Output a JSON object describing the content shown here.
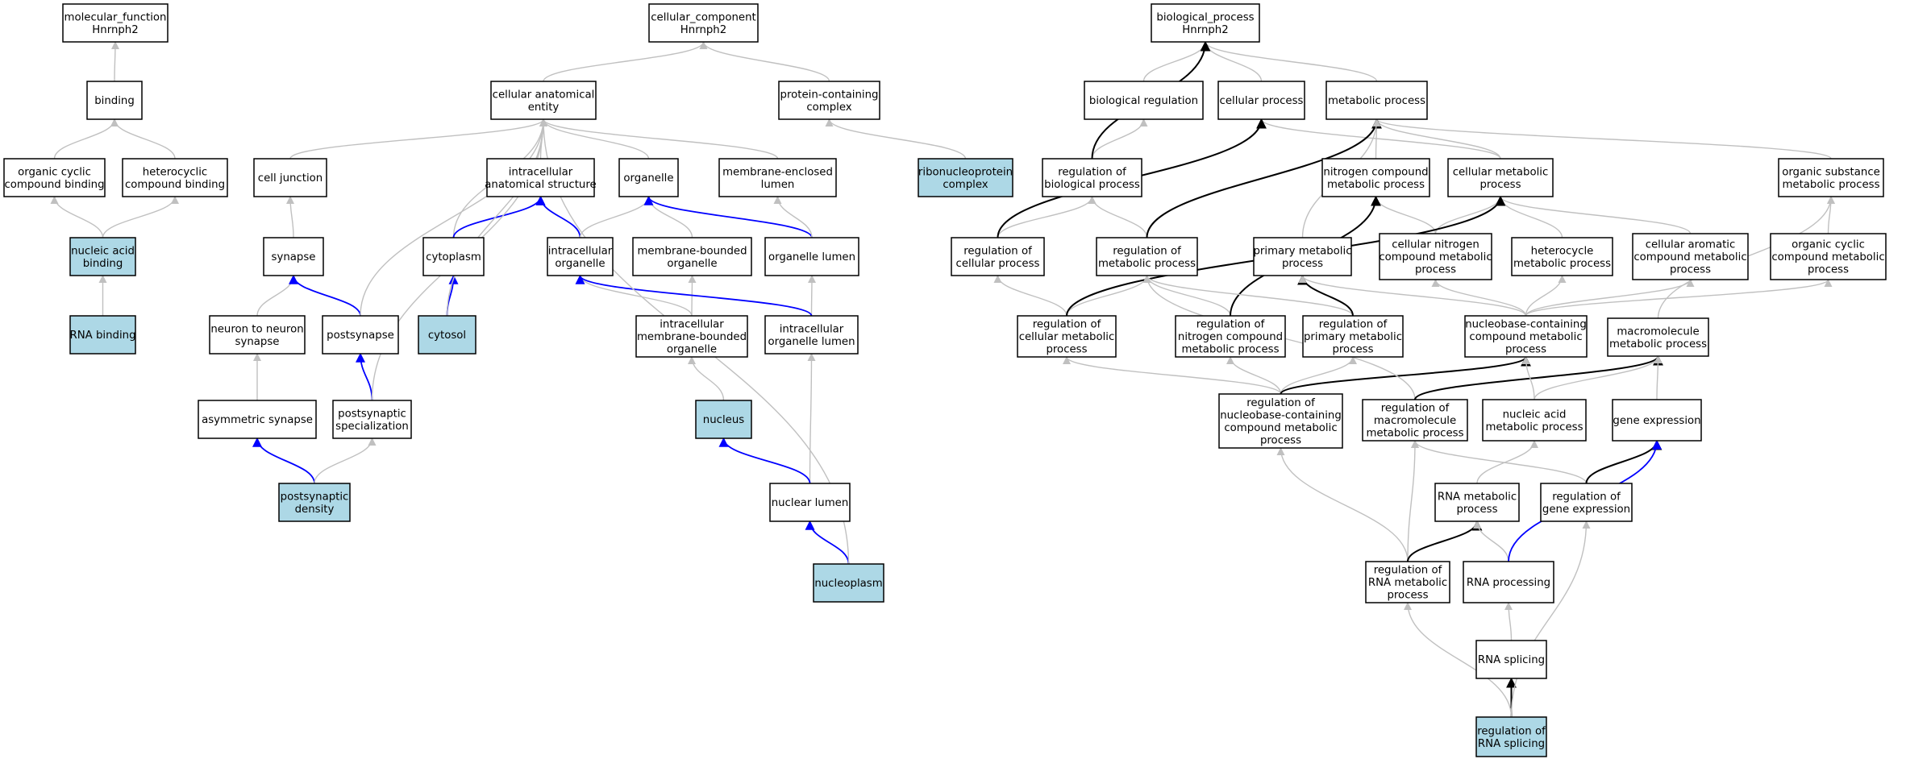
{
  "legend_colors": {
    "is_a": "#c0c0c0",
    "part_of": "#0000ff",
    "regulates": "#000000",
    "annotated_node_fill": "#add8e6",
    "node_fill": "#ffffff"
  },
  "graph": {
    "nodes": [
      {
        "id": "mf_root",
        "lines": [
          "molecular_function",
          "Hnrnph2"
        ],
        "highlight": false
      },
      {
        "id": "binding",
        "lines": [
          "binding"
        ],
        "highlight": false
      },
      {
        "id": "org_cyclic_binding",
        "lines": [
          "organic cyclic",
          "compound binding"
        ],
        "highlight": false
      },
      {
        "id": "hetero_binding",
        "lines": [
          "heterocyclic",
          "compound binding"
        ],
        "highlight": false
      },
      {
        "id": "nucleic_acid_binding",
        "lines": [
          "nucleic acid",
          "binding"
        ],
        "highlight": true
      },
      {
        "id": "rna_binding",
        "lines": [
          "RNA binding"
        ],
        "highlight": true
      },
      {
        "id": "cc_root",
        "lines": [
          "cellular_component",
          "Hnrnph2"
        ],
        "highlight": false
      },
      {
        "id": "cell_anat",
        "lines": [
          "cellular anatomical",
          "entity"
        ],
        "highlight": false
      },
      {
        "id": "protein_complex",
        "lines": [
          "protein-containing",
          "complex"
        ],
        "highlight": false
      },
      {
        "id": "rnp_complex",
        "lines": [
          "ribonucleoprotein",
          "complex"
        ],
        "highlight": true
      },
      {
        "id": "cell_junction",
        "lines": [
          "cell junction"
        ],
        "highlight": false
      },
      {
        "id": "intracell_struct",
        "lines": [
          "intracellular",
          "anatomical structure"
        ],
        "highlight": false
      },
      {
        "id": "organelle",
        "lines": [
          "organelle"
        ],
        "highlight": false
      },
      {
        "id": "membrane_lumen",
        "lines": [
          "membrane-enclosed",
          "lumen"
        ],
        "highlight": false
      },
      {
        "id": "synapse",
        "lines": [
          "synapse"
        ],
        "highlight": false
      },
      {
        "id": "cytoplasm",
        "lines": [
          "cytoplasm"
        ],
        "highlight": false
      },
      {
        "id": "intracell_organelle",
        "lines": [
          "intracellular",
          "organelle"
        ],
        "highlight": false
      },
      {
        "id": "membrane_bounded",
        "lines": [
          "membrane-bounded",
          "organelle"
        ],
        "highlight": false
      },
      {
        "id": "organelle_lumen",
        "lines": [
          "organelle lumen"
        ],
        "highlight": false
      },
      {
        "id": "n2n_synapse",
        "lines": [
          "neuron to neuron",
          "synapse"
        ],
        "highlight": false
      },
      {
        "id": "postsynapse",
        "lines": [
          "postsynapse"
        ],
        "highlight": false
      },
      {
        "id": "cytosol",
        "lines": [
          "cytosol"
        ],
        "highlight": true
      },
      {
        "id": "intra_membrane_org",
        "lines": [
          "intracellular",
          "membrane-bounded",
          "organelle"
        ],
        "highlight": false
      },
      {
        "id": "intra_org_lumen",
        "lines": [
          "intracellular",
          "organelle lumen"
        ],
        "highlight": false
      },
      {
        "id": "asym_synapse",
        "lines": [
          "asymmetric synapse"
        ],
        "highlight": false
      },
      {
        "id": "postsyn_spec",
        "lines": [
          "postsynaptic",
          "specialization"
        ],
        "highlight": false
      },
      {
        "id": "nucleus",
        "lines": [
          "nucleus"
        ],
        "highlight": true
      },
      {
        "id": "postsyn_density",
        "lines": [
          "postsynaptic",
          "density"
        ],
        "highlight": true
      },
      {
        "id": "nuclear_lumen",
        "lines": [
          "nuclear lumen"
        ],
        "highlight": false
      },
      {
        "id": "nucleoplasm",
        "lines": [
          "nucleoplasm"
        ],
        "highlight": true
      },
      {
        "id": "bp_root",
        "lines": [
          "biological_process",
          "Hnrnph2"
        ],
        "highlight": false
      },
      {
        "id": "bio_reg",
        "lines": [
          "biological regulation"
        ],
        "highlight": false
      },
      {
        "id": "cell_process",
        "lines": [
          "cellular process"
        ],
        "highlight": false
      },
      {
        "id": "metabolic",
        "lines": [
          "metabolic process"
        ],
        "highlight": false
      },
      {
        "id": "reg_bio",
        "lines": [
          "regulation of",
          "biological process"
        ],
        "highlight": false
      },
      {
        "id": "nitrogen_met",
        "lines": [
          "nitrogen compound",
          "metabolic process"
        ],
        "highlight": false
      },
      {
        "id": "cell_met",
        "lines": [
          "cellular metabolic",
          "process"
        ],
        "highlight": false
      },
      {
        "id": "org_sub_met",
        "lines": [
          "organic substance",
          "metabolic process"
        ],
        "highlight": false
      },
      {
        "id": "reg_cell_proc",
        "lines": [
          "regulation of",
          "cellular process"
        ],
        "highlight": false
      },
      {
        "id": "reg_met",
        "lines": [
          "regulation of",
          "metabolic process"
        ],
        "highlight": false
      },
      {
        "id": "primary_met",
        "lines": [
          "primary metabolic",
          "process"
        ],
        "highlight": false
      },
      {
        "id": "cell_nitro_met",
        "lines": [
          "cellular nitrogen",
          "compound metabolic",
          "process"
        ],
        "highlight": false
      },
      {
        "id": "hetero_met",
        "lines": [
          "heterocycle",
          "metabolic process"
        ],
        "highlight": false
      },
      {
        "id": "cell_arom_met",
        "lines": [
          "cellular aromatic",
          "compound metabolic",
          "process"
        ],
        "highlight": false
      },
      {
        "id": "org_cyc_met",
        "lines": [
          "organic cyclic",
          "compound metabolic",
          "process"
        ],
        "highlight": false
      },
      {
        "id": "reg_cell_met",
        "lines": [
          "regulation of",
          "cellular metabolic",
          "process"
        ],
        "highlight": false
      },
      {
        "id": "reg_nitro_met",
        "lines": [
          "regulation of",
          "nitrogen compound",
          "metabolic process"
        ],
        "highlight": false
      },
      {
        "id": "reg_primary_met",
        "lines": [
          "regulation of",
          "primary metabolic",
          "process"
        ],
        "highlight": false
      },
      {
        "id": "nucleobase_met",
        "lines": [
          "nucleobase-containing",
          "compound metabolic",
          "process"
        ],
        "highlight": false
      },
      {
        "id": "macro_met",
        "lines": [
          "macromolecule",
          "metabolic process"
        ],
        "highlight": false
      },
      {
        "id": "reg_nucleobase",
        "lines": [
          "regulation of",
          "nucleobase-containing",
          "compound metabolic",
          "process"
        ],
        "highlight": false
      },
      {
        "id": "reg_macro_met",
        "lines": [
          "regulation of",
          "macromolecule",
          "metabolic process"
        ],
        "highlight": false
      },
      {
        "id": "nucleic_met",
        "lines": [
          "nucleic acid",
          "metabolic process"
        ],
        "highlight": false
      },
      {
        "id": "gene_expr",
        "lines": [
          "gene expression"
        ],
        "highlight": false
      },
      {
        "id": "rna_met",
        "lines": [
          "RNA metabolic",
          "process"
        ],
        "highlight": false
      },
      {
        "id": "reg_gene_expr",
        "lines": [
          "regulation of",
          "gene expression"
        ],
        "highlight": false
      },
      {
        "id": "reg_rna_met",
        "lines": [
          "regulation of",
          "RNA metabolic",
          "process"
        ],
        "highlight": false
      },
      {
        "id": "rna_processing",
        "lines": [
          "RNA processing"
        ],
        "highlight": false
      },
      {
        "id": "rna_splicing",
        "lines": [
          "RNA splicing"
        ],
        "highlight": false
      },
      {
        "id": "reg_rna_splicing",
        "lines": [
          "regulation of",
          "RNA splicing"
        ],
        "highlight": true
      }
    ],
    "edges": [
      {
        "from": "binding",
        "to": "mf_root",
        "type": "is_a"
      },
      {
        "from": "org_cyclic_binding",
        "to": "binding",
        "type": "is_a"
      },
      {
        "from": "hetero_binding",
        "to": "binding",
        "type": "is_a"
      },
      {
        "from": "nucleic_acid_binding",
        "to": "org_cyclic_binding",
        "type": "is_a"
      },
      {
        "from": "nucleic_acid_binding",
        "to": "hetero_binding",
        "type": "is_a"
      },
      {
        "from": "rna_binding",
        "to": "nucleic_acid_binding",
        "type": "is_a"
      },
      {
        "from": "cell_anat",
        "to": "cc_root",
        "type": "is_a"
      },
      {
        "from": "protein_complex",
        "to": "cc_root",
        "type": "is_a"
      },
      {
        "from": "rnp_complex",
        "to": "protein_complex",
        "type": "is_a"
      },
      {
        "from": "cell_junction",
        "to": "cell_anat",
        "type": "is_a"
      },
      {
        "from": "intracell_struct",
        "to": "cell_anat",
        "type": "is_a"
      },
      {
        "from": "organelle",
        "to": "cell_anat",
        "type": "is_a"
      },
      {
        "from": "membrane_lumen",
        "to": "cell_anat",
        "type": "is_a"
      },
      {
        "from": "synapse",
        "to": "cell_junction",
        "type": "is_a"
      },
      {
        "from": "cytoplasm",
        "to": "cell_anat",
        "type": "is_a"
      },
      {
        "from": "cytoplasm",
        "to": "intracell_struct",
        "type": "part_of"
      },
      {
        "from": "intracell_organelle",
        "to": "intracell_struct",
        "type": "part_of"
      },
      {
        "from": "intracell_organelle",
        "to": "organelle",
        "type": "is_a"
      },
      {
        "from": "membrane_bounded",
        "to": "organelle",
        "type": "is_a"
      },
      {
        "from": "organelle_lumen",
        "to": "organelle",
        "type": "part_of"
      },
      {
        "from": "organelle_lumen",
        "to": "membrane_lumen",
        "type": "is_a"
      },
      {
        "from": "n2n_synapse",
        "to": "synapse",
        "type": "is_a"
      },
      {
        "from": "postsynapse",
        "to": "synapse",
        "type": "part_of"
      },
      {
        "from": "postsynapse",
        "to": "cell_anat",
        "type": "is_a"
      },
      {
        "from": "cytosol",
        "to": "cytoplasm",
        "type": "part_of"
      },
      {
        "from": "cytosol",
        "to": "cell_anat",
        "type": "is_a"
      },
      {
        "from": "intra_membrane_org",
        "to": "intracell_organelle",
        "type": "is_a"
      },
      {
        "from": "intra_membrane_org",
        "to": "membrane_bounded",
        "type": "is_a"
      },
      {
        "from": "intra_org_lumen",
        "to": "organelle_lumen",
        "type": "is_a"
      },
      {
        "from": "intra_org_lumen",
        "to": "intracell_organelle",
        "type": "part_of"
      },
      {
        "from": "asym_synapse",
        "to": "n2n_synapse",
        "type": "is_a"
      },
      {
        "from": "postsyn_spec",
        "to": "postsynapse",
        "type": "part_of"
      },
      {
        "from": "postsyn_spec",
        "to": "cell_anat",
        "type": "is_a"
      },
      {
        "from": "nucleus",
        "to": "intra_membrane_org",
        "type": "is_a"
      },
      {
        "from": "postsyn_density",
        "to": "asym_synapse",
        "type": "part_of"
      },
      {
        "from": "postsyn_density",
        "to": "postsyn_spec",
        "type": "is_a"
      },
      {
        "from": "nuclear_lumen",
        "to": "intra_org_lumen",
        "type": "is_a"
      },
      {
        "from": "nuclear_lumen",
        "to": "nucleus",
        "type": "part_of"
      },
      {
        "from": "nucleoplasm",
        "to": "nuclear_lumen",
        "type": "part_of"
      },
      {
        "from": "nucleoplasm",
        "to": "cell_anat",
        "type": "is_a"
      },
      {
        "from": "bio_reg",
        "to": "bp_root",
        "type": "is_a"
      },
      {
        "from": "cell_process",
        "to": "bp_root",
        "type": "is_a"
      },
      {
        "from": "metabolic",
        "to": "bp_root",
        "type": "is_a"
      },
      {
        "from": "reg_bio",
        "to": "bio_reg",
        "type": "is_a"
      },
      {
        "from": "reg_bio",
        "to": "bp_root",
        "type": "regulates"
      },
      {
        "from": "nitrogen_met",
        "to": "metabolic",
        "type": "is_a"
      },
      {
        "from": "cell_met",
        "to": "metabolic",
        "type": "is_a"
      },
      {
        "from": "cell_met",
        "to": "cell_process",
        "type": "is_a"
      },
      {
        "from": "org_sub_met",
        "to": "metabolic",
        "type": "is_a"
      },
      {
        "from": "reg_cell_proc",
        "to": "reg_bio",
        "type": "is_a"
      },
      {
        "from": "reg_cell_proc",
        "to": "cell_process",
        "type": "regulates"
      },
      {
        "from": "reg_met",
        "to": "reg_bio",
        "type": "is_a"
      },
      {
        "from": "reg_met",
        "to": "metabolic",
        "type": "regulates"
      },
      {
        "from": "primary_met",
        "to": "metabolic",
        "type": "is_a"
      },
      {
        "from": "cell_nitro_met",
        "to": "nitrogen_met",
        "type": "is_a"
      },
      {
        "from": "cell_nitro_met",
        "to": "cell_met",
        "type": "is_a"
      },
      {
        "from": "hetero_met",
        "to": "cell_met",
        "type": "is_a"
      },
      {
        "from": "cell_arom_met",
        "to": "cell_met",
        "type": "is_a"
      },
      {
        "from": "org_cyc_met",
        "to": "org_sub_met",
        "type": "is_a"
      },
      {
        "from": "reg_cell_met",
        "to": "reg_cell_proc",
        "type": "is_a"
      },
      {
        "from": "reg_cell_met",
        "to": "reg_met",
        "type": "is_a"
      },
      {
        "from": "reg_cell_met",
        "to": "cell_met",
        "type": "regulates"
      },
      {
        "from": "reg_nitro_met",
        "to": "reg_met",
        "type": "is_a"
      },
      {
        "from": "reg_nitro_met",
        "to": "nitrogen_met",
        "type": "regulates"
      },
      {
        "from": "reg_primary_met",
        "to": "reg_met",
        "type": "is_a"
      },
      {
        "from": "reg_primary_met",
        "to": "primary_met",
        "type": "regulates"
      },
      {
        "from": "nucleobase_met",
        "to": "cell_nitro_met",
        "type": "is_a"
      },
      {
        "from": "nucleobase_met",
        "to": "hetero_met",
        "type": "is_a"
      },
      {
        "from": "nucleobase_met",
        "to": "cell_arom_met",
        "type": "is_a"
      },
      {
        "from": "nucleobase_met",
        "to": "org_cyc_met",
        "type": "is_a"
      },
      {
        "from": "nucleobase_met",
        "to": "primary_met",
        "type": "is_a"
      },
      {
        "from": "macro_met",
        "to": "org_sub_met",
        "type": "is_a"
      },
      {
        "from": "reg_nucleobase",
        "to": "reg_cell_met",
        "type": "is_a"
      },
      {
        "from": "reg_nucleobase",
        "to": "reg_nitro_met",
        "type": "is_a"
      },
      {
        "from": "reg_nucleobase",
        "to": "reg_primary_met",
        "type": "is_a"
      },
      {
        "from": "reg_nucleobase",
        "to": "nucleobase_met",
        "type": "regulates"
      },
      {
        "from": "reg_macro_met",
        "to": "reg_met",
        "type": "is_a"
      },
      {
        "from": "reg_macro_met",
        "to": "macro_met",
        "type": "regulates"
      },
      {
        "from": "nucleic_met",
        "to": "nucleobase_met",
        "type": "is_a"
      },
      {
        "from": "nucleic_met",
        "to": "macro_met",
        "type": "is_a"
      },
      {
        "from": "gene_expr",
        "to": "macro_met",
        "type": "is_a"
      },
      {
        "from": "rna_met",
        "to": "nucleic_met",
        "type": "is_a"
      },
      {
        "from": "reg_gene_expr",
        "to": "reg_macro_met",
        "type": "is_a"
      },
      {
        "from": "reg_gene_expr",
        "to": "gene_expr",
        "type": "regulates"
      },
      {
        "from": "reg_rna_met",
        "to": "reg_nucleobase",
        "type": "is_a"
      },
      {
        "from": "reg_rna_met",
        "to": "reg_macro_met",
        "type": "is_a"
      },
      {
        "from": "reg_rna_met",
        "to": "rna_met",
        "type": "regulates"
      },
      {
        "from": "rna_processing",
        "to": "rna_met",
        "type": "is_a"
      },
      {
        "from": "rna_processing",
        "to": "gene_expr",
        "type": "part_of"
      },
      {
        "from": "rna_splicing",
        "to": "rna_processing",
        "type": "is_a"
      },
      {
        "from": "reg_rna_splicing",
        "to": "rna_splicing",
        "type": "regulates"
      },
      {
        "from": "reg_rna_splicing",
        "to": "reg_rna_met",
        "type": "is_a"
      },
      {
        "from": "reg_rna_splicing",
        "to": "reg_gene_expr",
        "type": "is_a"
      }
    ]
  }
}
